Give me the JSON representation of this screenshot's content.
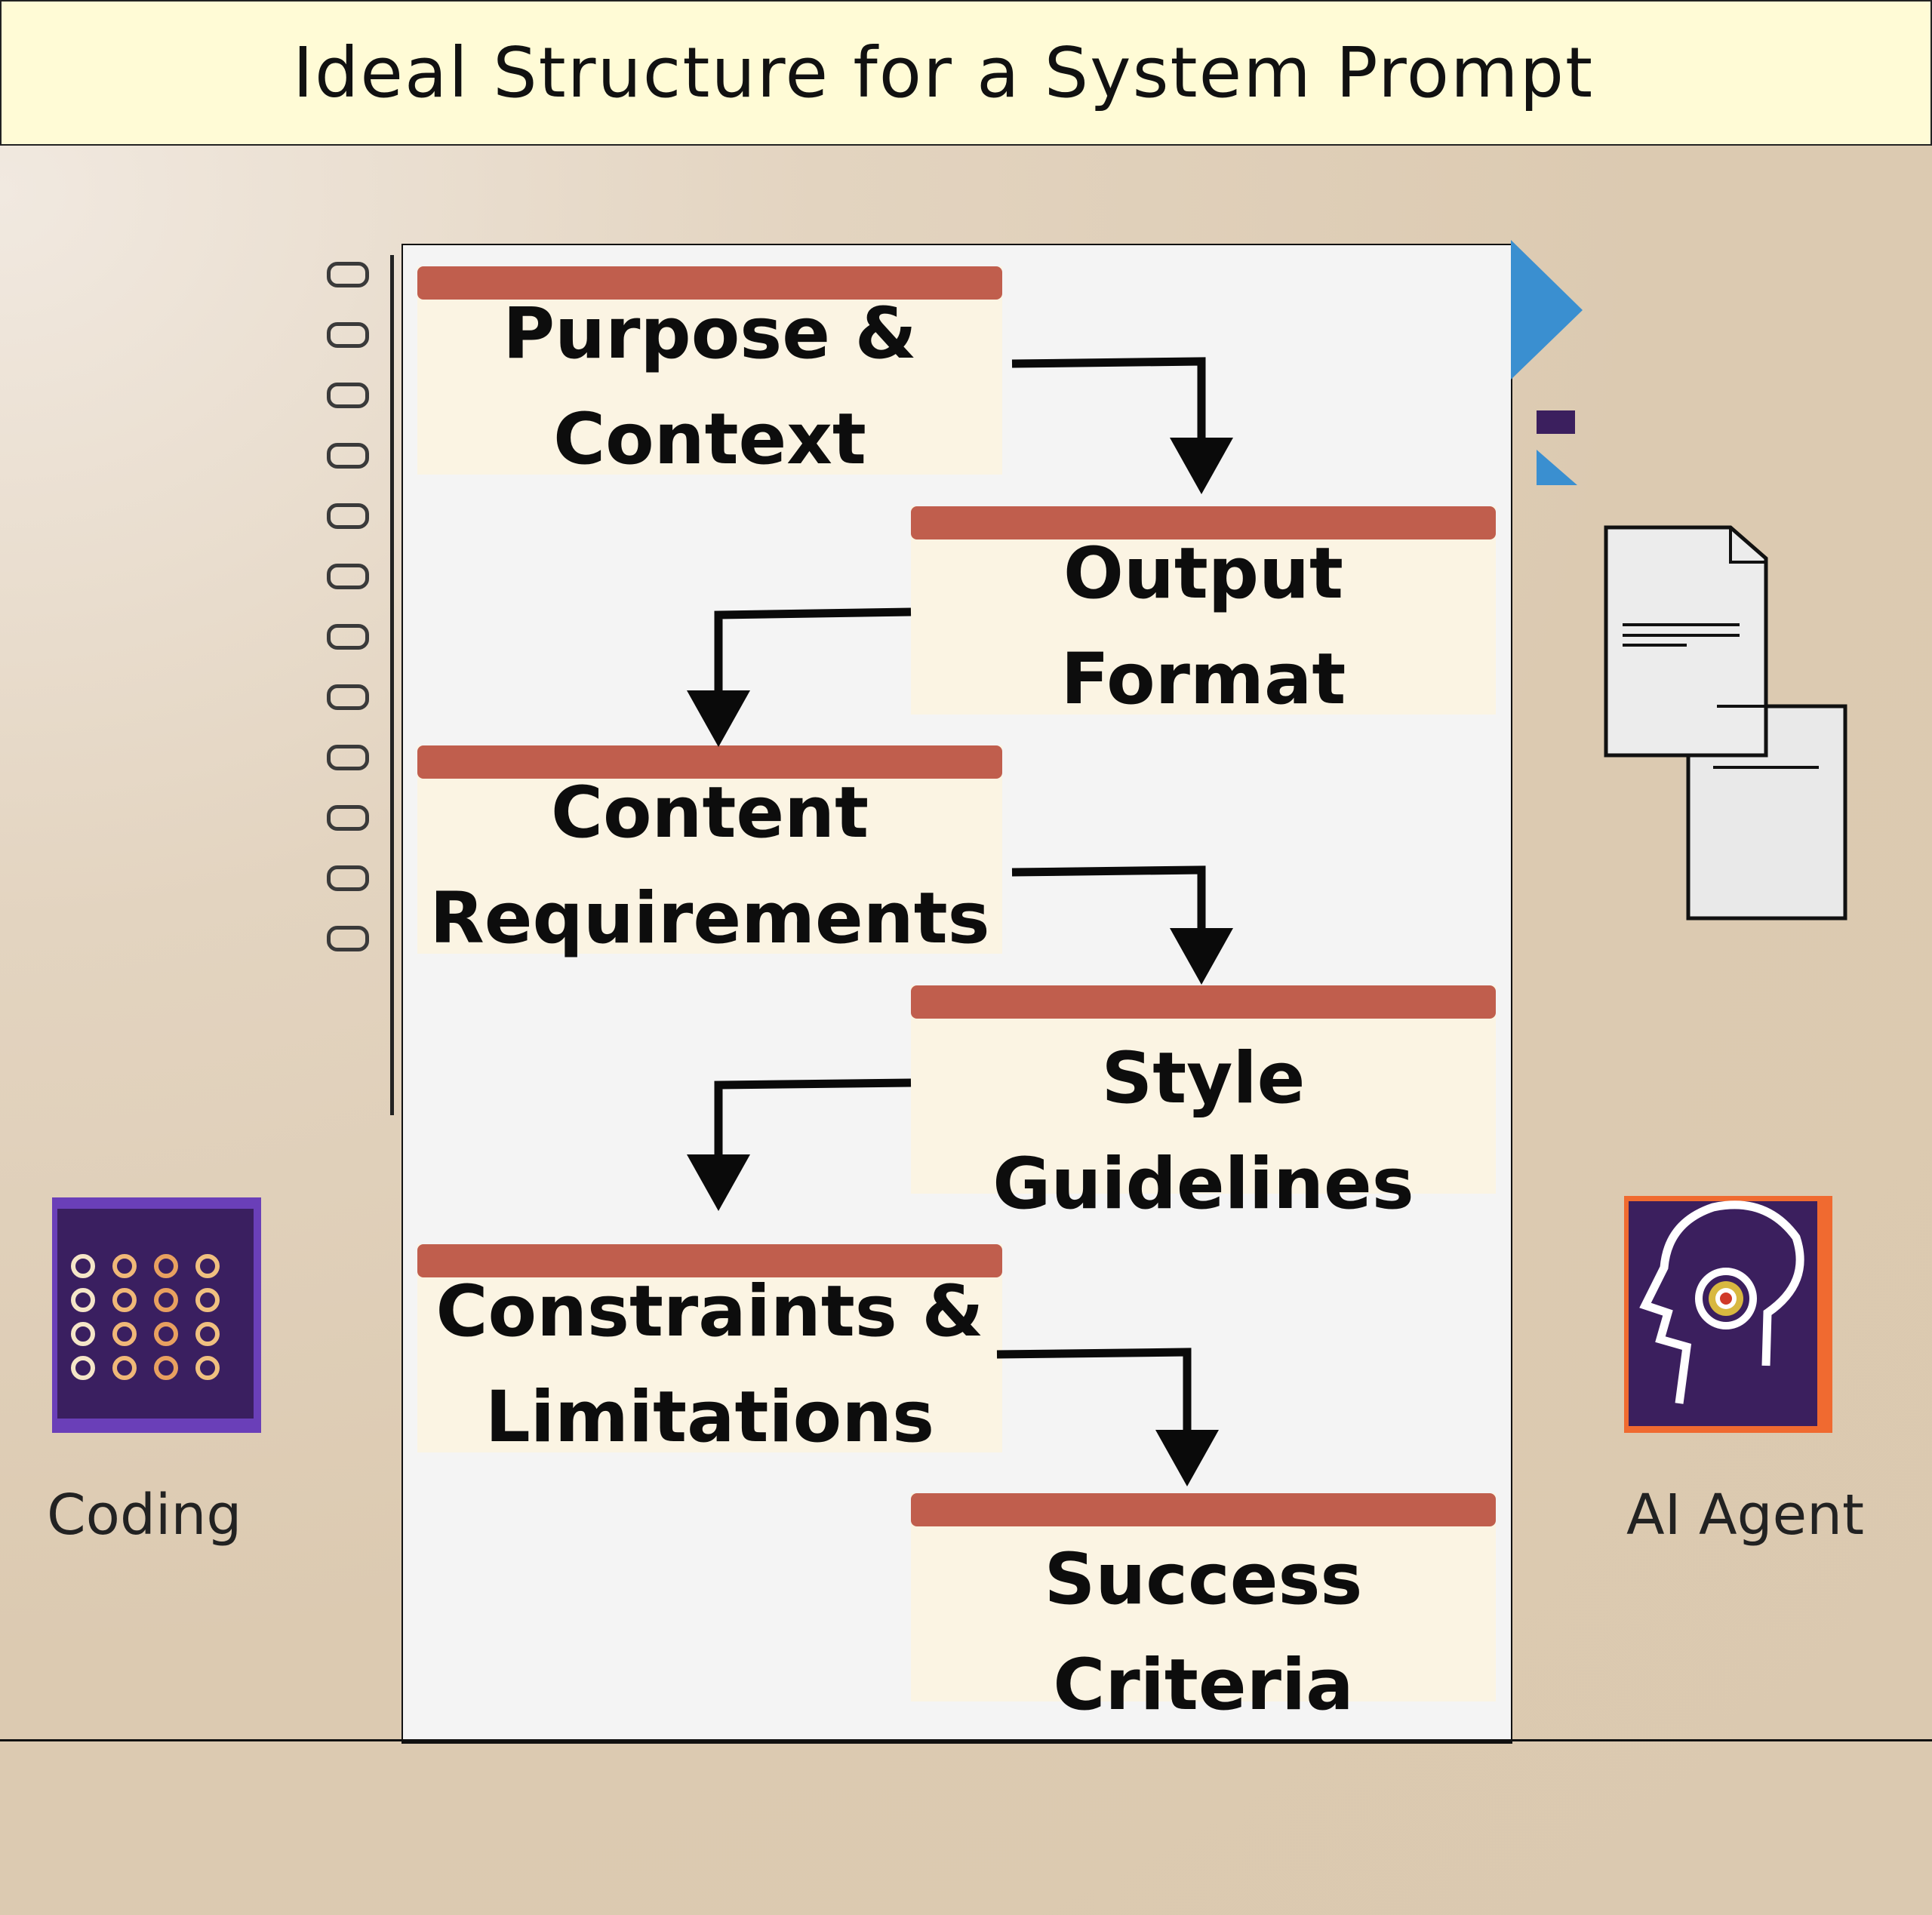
{
  "title": "Ideal Structure for a System Prompt",
  "steps": [
    {
      "lines": [
        "Purpose &",
        "Context"
      ]
    },
    {
      "lines": [
        "Output Format"
      ]
    },
    {
      "lines": [
        "Content",
        "Requirements"
      ]
    },
    {
      "lines": [
        "Style Guidelines"
      ]
    },
    {
      "lines": [
        "Constraints &",
        "Limitations"
      ]
    },
    {
      "lines": [
        "Success Criteria"
      ]
    }
  ],
  "side_labels": {
    "left": "Coding",
    "right": "AI Agent"
  },
  "colors": {
    "title_bg": "#fffbd6",
    "step_bar": "#c05e4d",
    "step_bg": "#fbf4e3",
    "icon_purple": "#3b1f5e",
    "accent_blue": "#3a8fd0",
    "agent_border": "#f06a30"
  }
}
